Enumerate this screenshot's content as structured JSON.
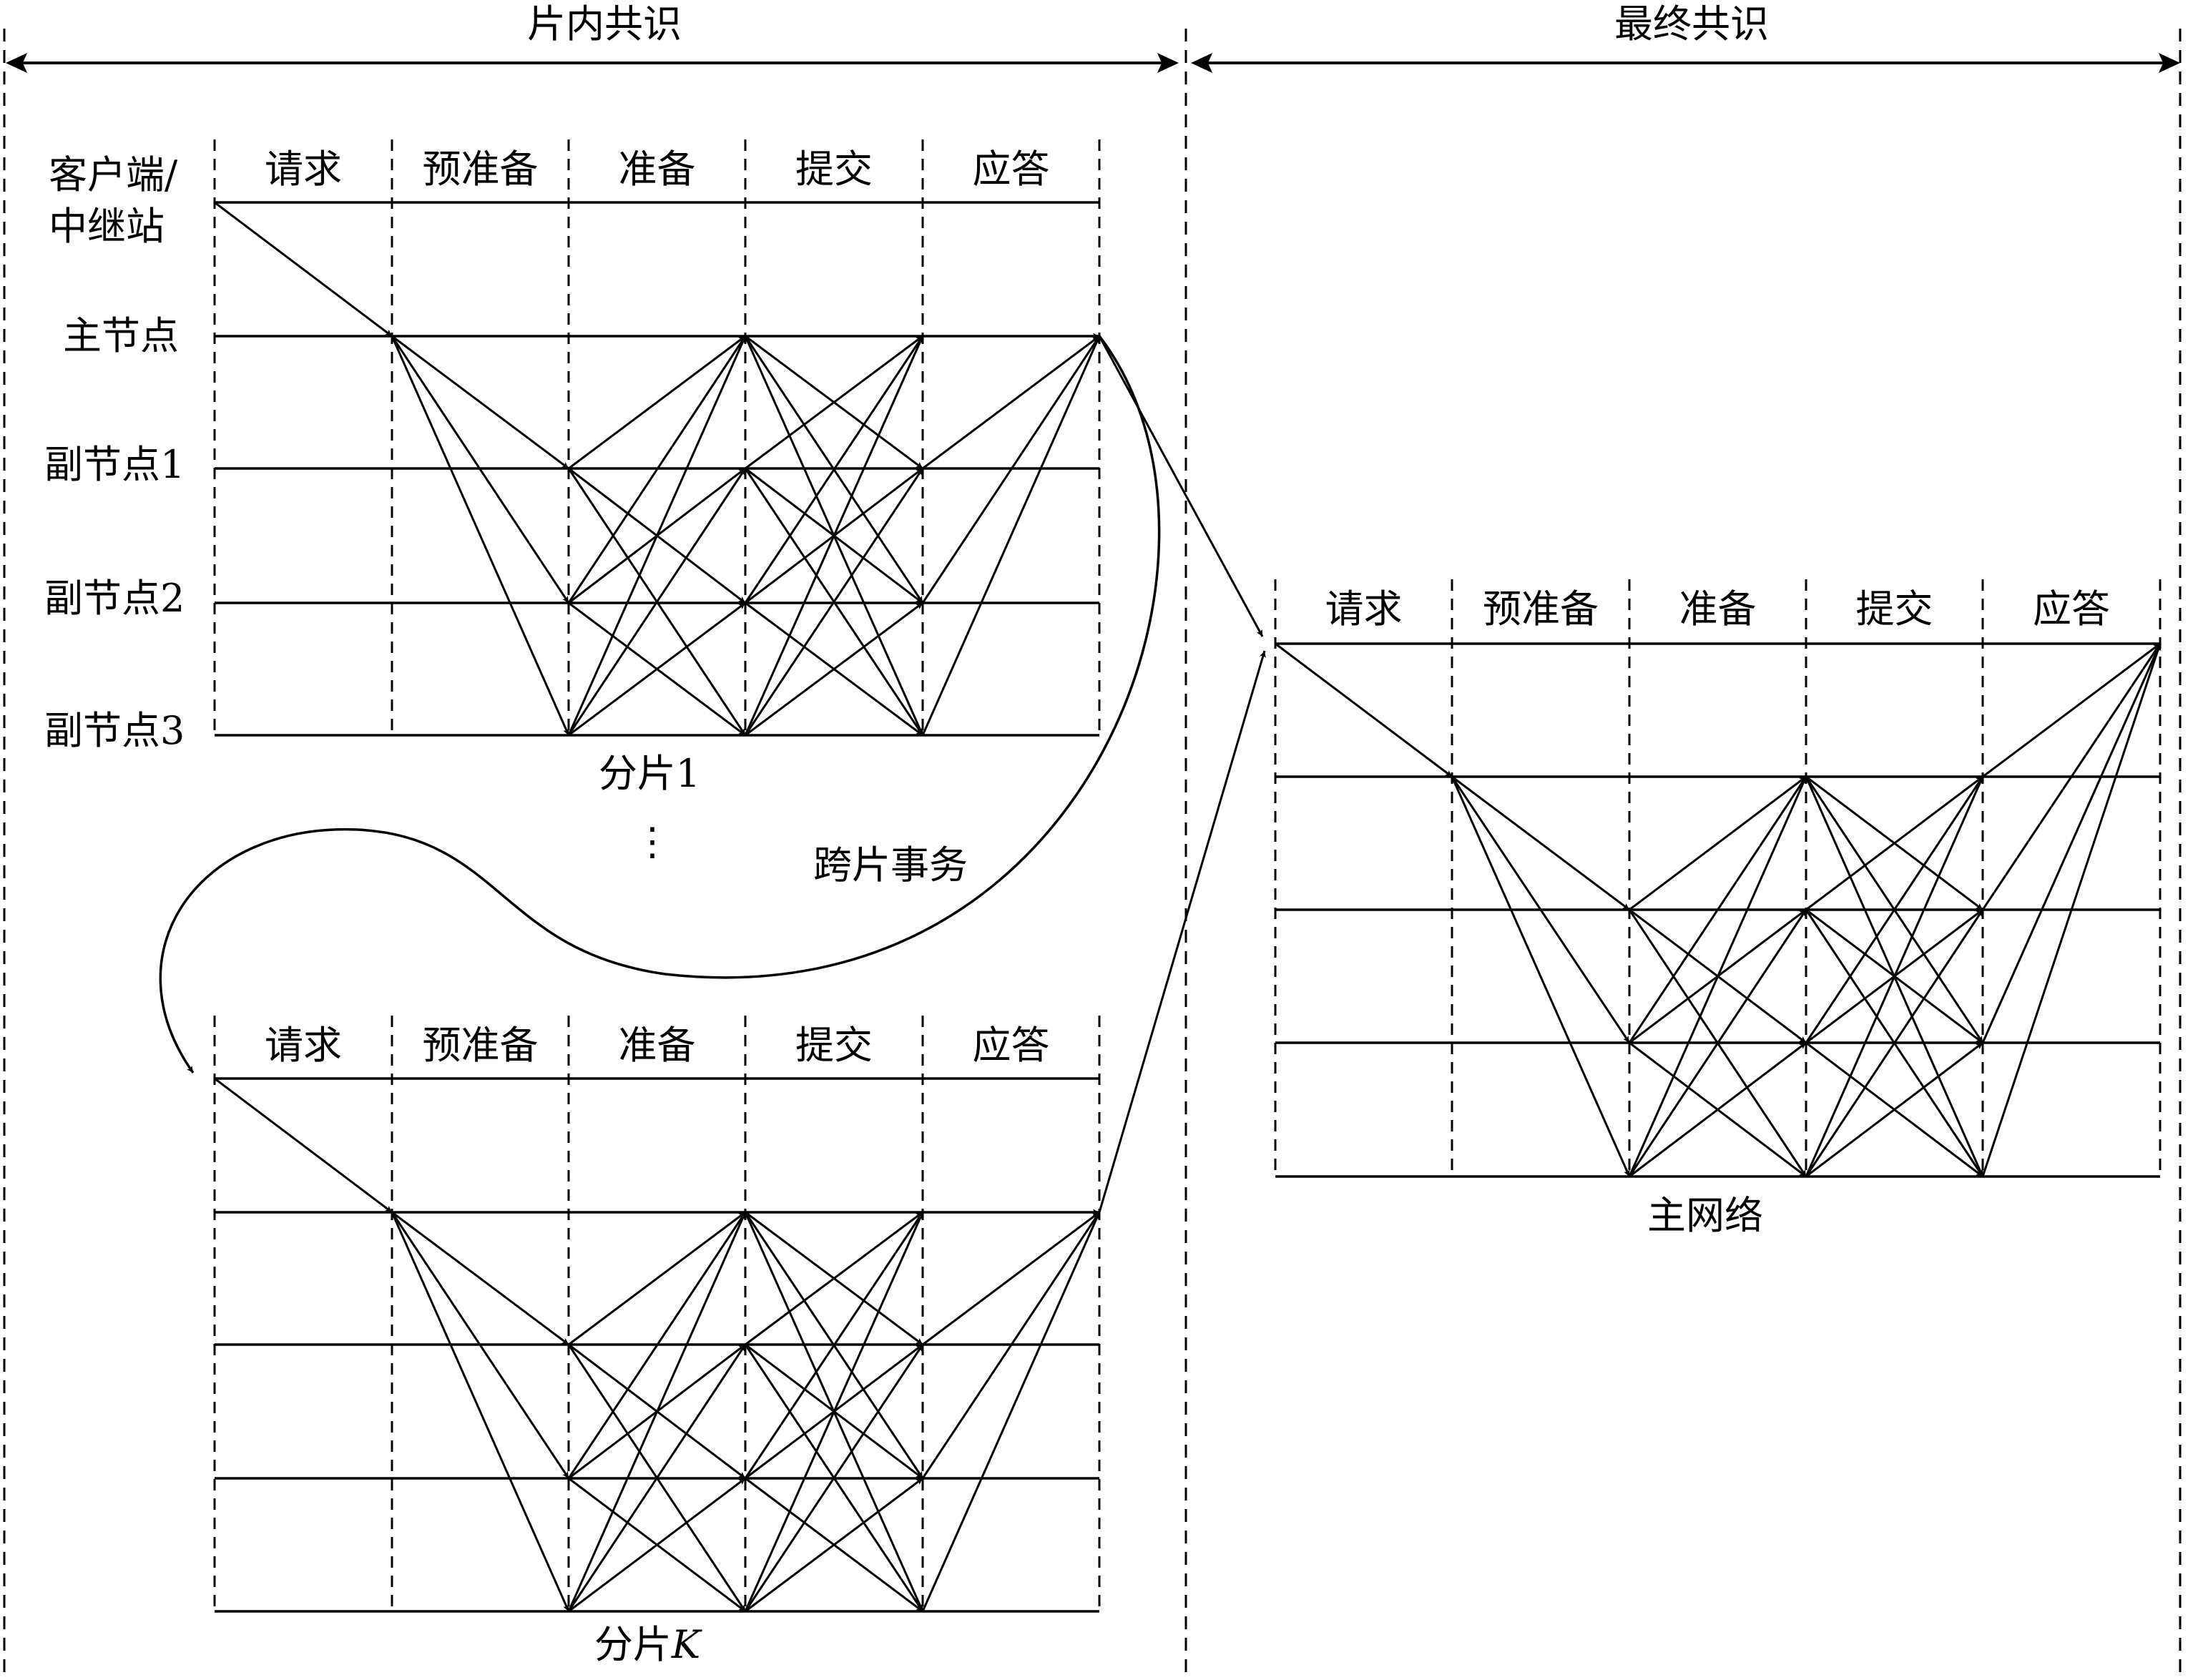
{
  "sections": {
    "intra_shard": "片内共识",
    "final": "最终共识"
  },
  "phases": [
    "请求",
    "预准备",
    "准备",
    "提交",
    "应答"
  ],
  "nodes": {
    "client": [
      "客户端/",
      "中继站"
    ],
    "primary": "主节点",
    "replica1": "副节点1",
    "replica2": "副节点2",
    "replica3": "副节点3"
  },
  "shards": {
    "shard1": "分片1",
    "shardK_prefix": "分片",
    "shardK_var": "K",
    "ellipsis": "⋮",
    "main_network": "主网络"
  },
  "cross_shard_tx": "跨片事务",
  "colors": {
    "line": "#000000",
    "background": "#ffffff"
  }
}
